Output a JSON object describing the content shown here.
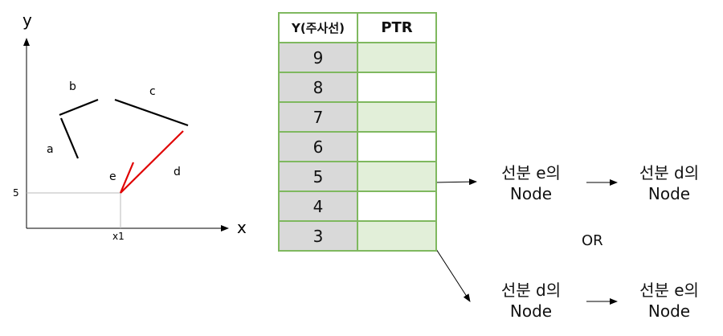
{
  "graph": {
    "axis_y": "y",
    "axis_x": "x",
    "tick_y": "5",
    "tick_x": "x1",
    "segments": [
      {
        "label": "a",
        "color": "#000000"
      },
      {
        "label": "b",
        "color": "#000000"
      },
      {
        "label": "c",
        "color": "#000000"
      },
      {
        "label": "d",
        "color": "#e00000"
      },
      {
        "label": "e",
        "color": "#e00000"
      }
    ]
  },
  "table": {
    "header_y": "Y(주사선)",
    "header_ptr": "PTR",
    "rows": [
      "9",
      "8",
      "7",
      "6",
      "5",
      "4",
      "3"
    ]
  },
  "lists": {
    "top": {
      "first_line1": "선분 e의",
      "first_line2": "Node",
      "second_line1": "선분 d의",
      "second_line2": "Node"
    },
    "or_label": "OR",
    "bottom": {
      "first_line1": "선분 d의",
      "first_line2": "Node",
      "second_line1": "선분 e의",
      "second_line2": "Node"
    }
  },
  "colors": {
    "grid": "#7fb85f",
    "shade": "#e2efd9",
    "gray": "#d9d9d9",
    "red": "#e00000"
  }
}
